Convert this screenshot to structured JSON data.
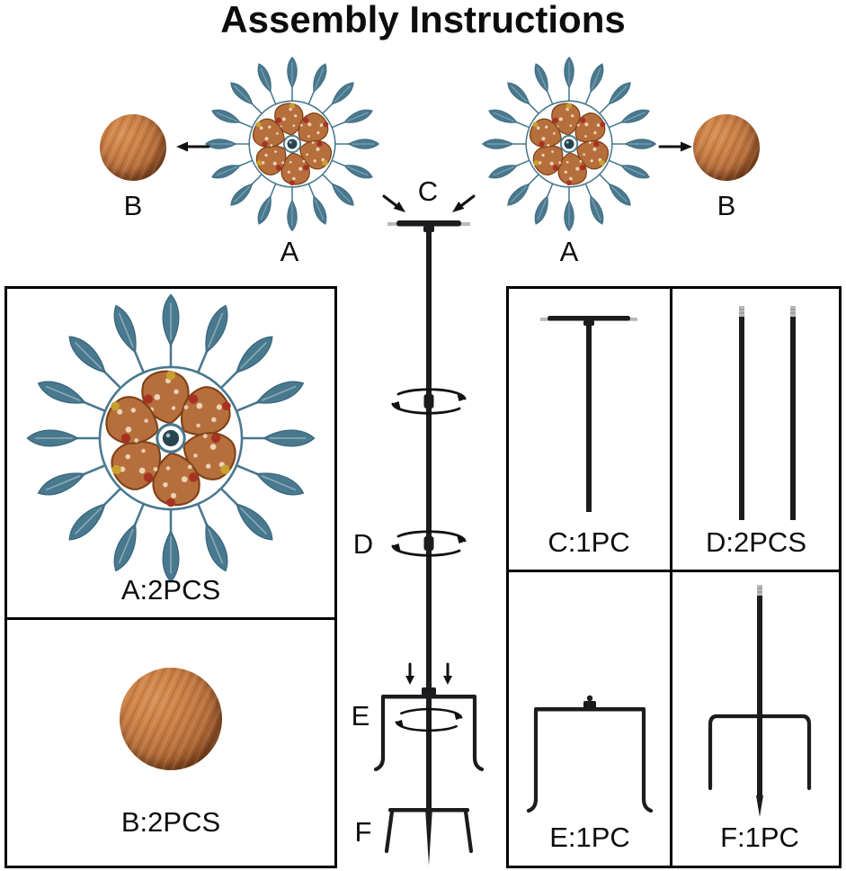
{
  "title": "Assembly Instructions",
  "diagram": {
    "spinner_left_label": "A",
    "spinner_right_label": "A",
    "ball_left_label": "B",
    "ball_right_label": "B",
    "pole_top_label": "C",
    "pole_mid_label": "D",
    "stake_frame_label": "E",
    "ground_stake_label": "F"
  },
  "panels": {
    "spinner": "A:2PCS",
    "ball": "B:2PCS",
    "top_pole": "C:1PC",
    "mid_poles": "D:2PCS",
    "stake_frame": "E:1PC",
    "ground_stake": "F:1PC"
  },
  "colors": {
    "leaf_blue": "#49798f",
    "leaf_blue_dark": "#38657c",
    "copper": "#b66f3c",
    "copper_dark": "#7e4218",
    "copper_light": "#d89055",
    "metal_dark": "#1c1c1e",
    "metal_silver": "#b8b9bb",
    "dot_red": "#a83222",
    "dot_yellow": "#c79f2c",
    "ink": "#111111"
  }
}
